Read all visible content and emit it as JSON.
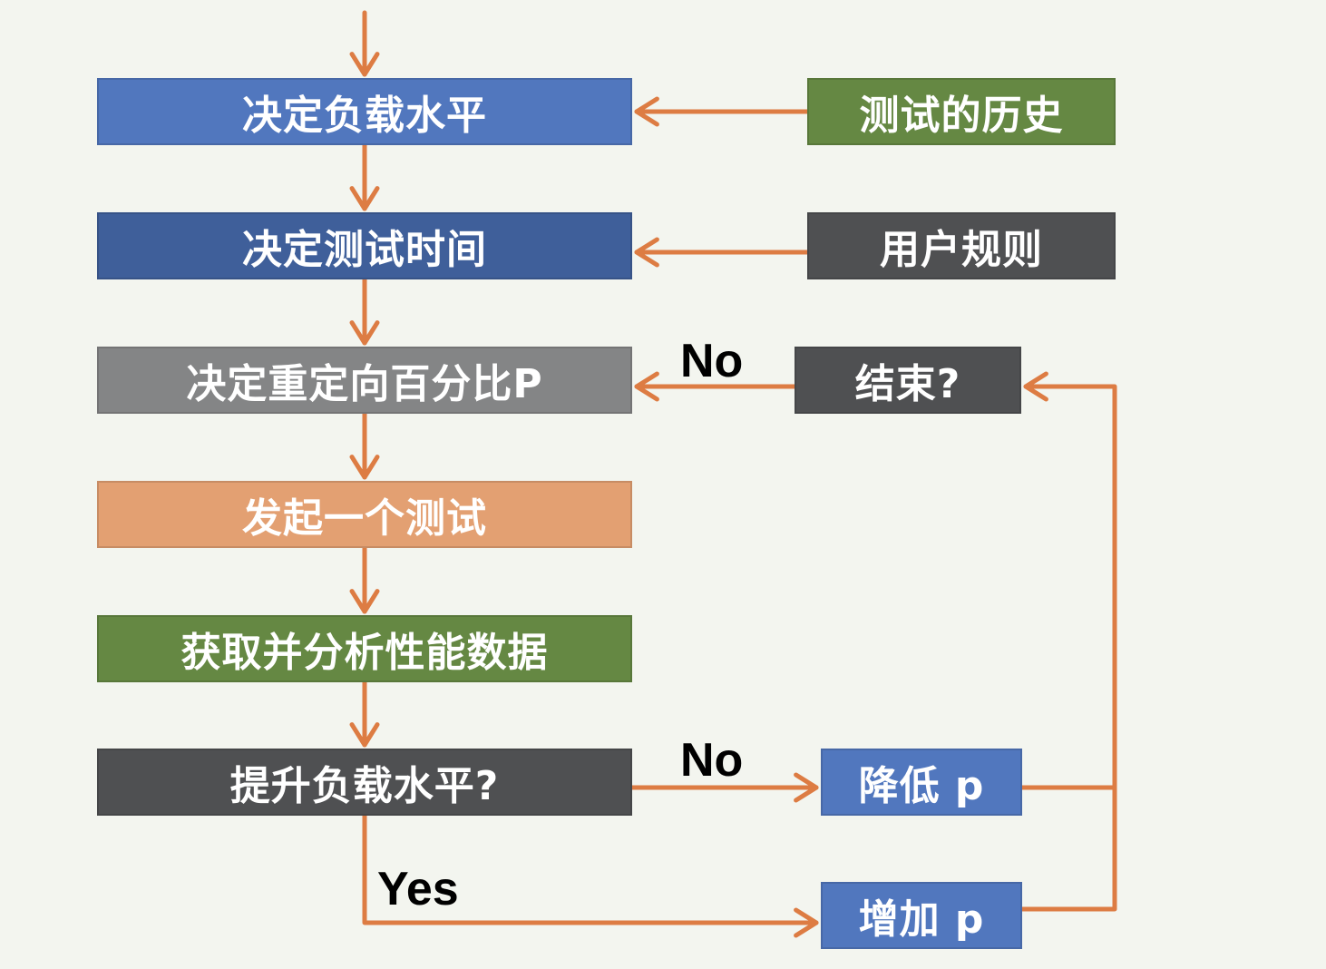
{
  "colors": {
    "arrow": "#dd7c43",
    "blue": "#5177be",
    "dark_blue": "#3f5f9a",
    "gray": "#848586",
    "orange": "#e3a072",
    "green": "#658843",
    "dark_gray": "#4f5052"
  },
  "nodes": {
    "load_level": "决定负载水平",
    "test_history": "测试的历史",
    "test_time": "决定测试时间",
    "user_rules": "用户规则",
    "redirect_pct": "决定重定向百分比P",
    "end_question": "结束?",
    "start_test": "发起一个测试",
    "analyze_data": "获取并分析性能数据",
    "raise_load_question": "提升负载水平?",
    "decrease_p": "降低 p",
    "increase_p": "增加 p"
  },
  "edge_labels": {
    "no_end": "No",
    "no_raise": "No",
    "yes_raise": "Yes"
  }
}
